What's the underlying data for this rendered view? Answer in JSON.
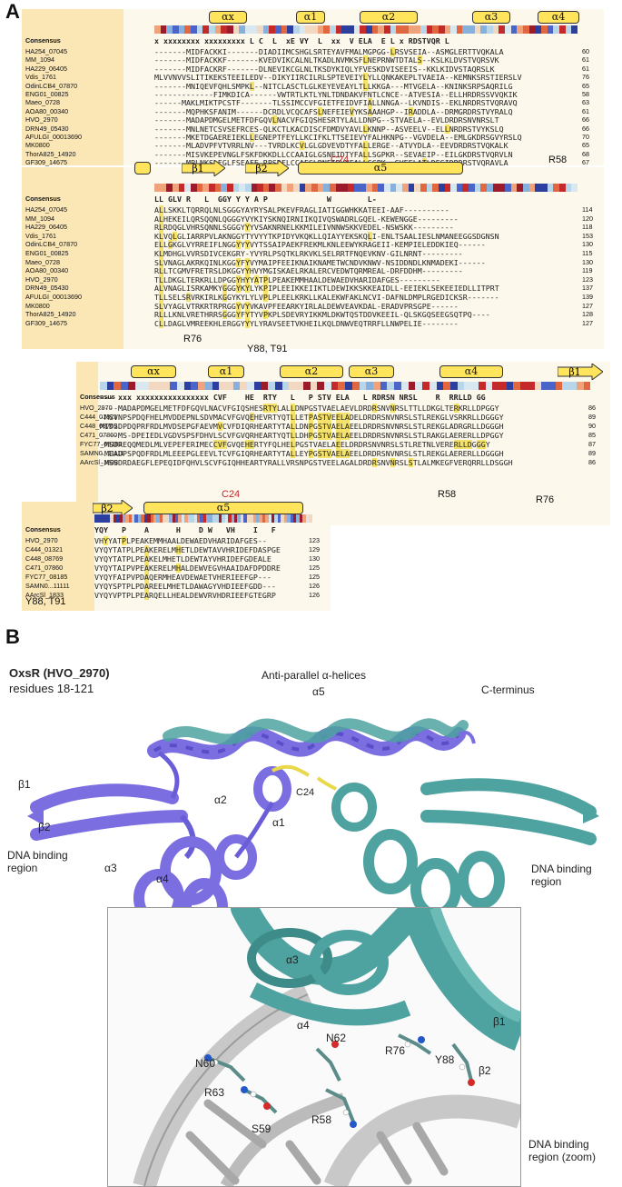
{
  "panel_a_label": "A",
  "panel_b_label": "B",
  "block1": {
    "ss": [
      {
        "type": "helix",
        "label": "αx"
      },
      {
        "type": "helix",
        "label": "α1"
      },
      {
        "type": "helix",
        "label": "α2"
      },
      {
        "type": "helix",
        "label": "α3"
      },
      {
        "type": "helix",
        "label": "α4"
      }
    ],
    "consensus_label": "Consensus",
    "consensus": "x xxxxxxxx xxxxxxxxx L C  L  xE VY  L  xx  V ELA  E L x RDSTVQR L",
    "rows": [
      {
        "name": "HA254_07045",
        "seq": "-------MIDFACKKI-------DIADIIMCSHGLSRTEYAVFMALMGPGG-LRSVSEIA--ASMGLERTTVQKALA",
        "end": "60"
      },
      {
        "name": "MM_1094",
        "seq": "-------MIDFACKKF-------KVEDVIKCALNLTKADLNVMKSFLNEPRNWTDTALS--KSLKLDVSTVQRSVK",
        "end": "61"
      },
      {
        "name": "HA229_06405",
        "seq": "-------MIDFACKRF-------DLNEVIKCGLNLTKSDYKIQLYFVESKDVISEEIS--KKLKIDVSTAQRSLK",
        "end": "61"
      },
      {
        "name": "Vdis_1761",
        "seq": "MLVVNVVSLITIKEKSTEEILEDV--DIKYIIRCILRLSPTEVEIYLYLLQNKAKEPLTVAEIA--KEMNKSRSTIERSLV",
        "end": "76"
      },
      {
        "name": "OdinLCB4_07870",
        "seq": "-------MNIQEVFQHLSMPKL--NITCLASCTLGLKEYEVEAYLTLLKKGA---MTVGELA--KNINKSRPSAQRILG",
        "end": "65"
      },
      {
        "name": "ENG01_00825",
        "seq": "-------------FIMKDICA------VWTRTLKTLYNLTDNDAKVFNTLCNCE--ATVESIA--ELLHRDRSSVVQKIK",
        "end": "58"
      },
      {
        "name": "Maeo_0728",
        "seq": "------MAKLMIKTPCSTF-------TLSSIMCCVFGIETFEIDVFIALLNNGA--LKVNDIS--EKLNRDRSTVQRAVQ",
        "end": "63"
      },
      {
        "name": "AOA80_00340",
        "seq": "-------MQPHKSFANIM------DCRDLVCQCAFSLNEFEIEVYKSAAAHGP--IRADDLA--DRMGRDRSTVYRALQ",
        "end": "61"
      },
      {
        "name": "HVO_2970",
        "seq": "-------MADAPDMGELMETFDFGQVLNACVFGIQSHESRTYLALLDNPG--STVAELA--EVLDRDRSNVNRSLT",
        "end": "66"
      },
      {
        "name": "DRN49_05430",
        "seq": "-------MNLNETCSVSEFRCES-QLKCTLKACDISCFDMDVYAVLLKNNP--ASVEELV--ELLNRDRSTVYKSLQ",
        "end": "66"
      },
      {
        "name": "AFULGI_00013690",
        "seq": "-------MKETDGAEREIEKLLEGNEPTFEYLLKCIFKLTTSEIEVYFALHKNPG--VGVDELA--EMLGKDRSGVYRSLQ",
        "end": "70"
      },
      {
        "name": "MK0800",
        "seq": "-------MLADVPFVTVRRLNV---TVRDLKCVLGLGDVEVDTYFALLERGE--ATVYDLA--EEVDRDRSTVQKALK",
        "end": "65"
      },
      {
        "name": "ThorA825_14920",
        "seq": "-------MISVKEPEVNGLFSKFDKKDLLCCAAIGLGSNEIDTYFALLSGPKR--SEVAEIP--EILGKDRSTVQRVLN",
        "end": "68"
      },
      {
        "name": "GF309_14675",
        "seq": "-------MPLNKSLEGLFSEAFE-RPSDFLCCAFGLRNEIDVYFALLSGPK--SVEELATLDESIDRDRSTVQRAVLA",
        "end": "67"
      }
    ],
    "annotations": {
      "c24": "C24",
      "r58": "R58"
    }
  },
  "block2": {
    "ss": [
      {
        "type": "helix",
        "label": ""
      },
      {
        "type": "strand",
        "label": "β1"
      },
      {
        "type": "strand",
        "label": "β2"
      },
      {
        "type": "helix",
        "label": "α5"
      }
    ],
    "consensus_label": "Consensus",
    "consensus": "LL GLV R   L  GGY Y Y A P             W        L-",
    "rows": [
      {
        "name": "HA254_07045",
        "seq": "ALLSKKLTQRRQLNLSGGGYAYRYSALPKEVFRAGLIATIGGWHKKATEEI-AAF----------",
        "end": "114"
      },
      {
        "name": "MM_1094",
        "seq": "ALHEKEILQRSQQNLQGGGYVYKIYSKNQIRNIIKQIVQSWADRLGQEL-KEWENGGE---------",
        "end": "120"
      },
      {
        "name": "HA229_06405",
        "seq": "RLRDQGLVHRSQNNLSGGGYYYVSAKNRNELKKMILEIVNNWSKKVEDEL-NSWSKK---------",
        "end": "118"
      },
      {
        "name": "Vdis_1761",
        "seq": "KLVQLGLIARRPVLAKNGGYTYVYYTKPIDYVKQKLLQIAYYEKSKQLI-ENLTSAALIESLNMANEEGGSDGNSN",
        "end": "153"
      },
      {
        "name": "OdinLCB4_07870",
        "seq": "ELLGKGLVYRREIFLNGGYYYVYTSSAIPAEKFREKMLKNLEEWYKRAGEII-KEMPIELEDDKIEQ------",
        "end": "130"
      },
      {
        "name": "ENG01_00825",
        "seq": "KLMDHGLVVRSDIVCEKGRY-YVYRLPSQTKLRKVKLSELRRTFNQEVKNV-GILNRNT---------",
        "end": "115"
      },
      {
        "name": "Maeo_0728",
        "seq": "SLVNAGLAKRKQINLKGGYFYVYMAIPFEEIKNAIKNAMETWCNDVKNWV-NSIDDNDLKNMADEKI------",
        "end": "130"
      },
      {
        "name": "AOA80_00340",
        "seq": "RLLTCGMVFRETRSLDKGGYYHVYMGISKAELRKALERCVEDWTQRMREAL-DRFDDHM---------",
        "end": "119"
      },
      {
        "name": "HVO_2970",
        "seq": "TLLDKGLTERKRLLDPGGYHYYATPLPEAKEMMHAALDEWAEDVHARIDAFGES---------",
        "end": "123"
      },
      {
        "name": "DRN49_05430",
        "seq": "ALVNAGLISRKAMKYGGGYKYLYKPIPLEEIKKEIIKTLDEWIKKSKKEAIDLL-EEIEKLSEKEEIEDLLITPRT",
        "end": "137"
      },
      {
        "name": "AFULGI_00013690",
        "seq": "TLLSELSRVRKIRLKGGYKYLYLVPLPLEELKRKLLKALEKWFAKLNCVI-DAFNLDMPLRGEDICKSR-------",
        "end": "139"
      },
      {
        "name": "MK0800",
        "seq": "SLVYAGLVTRKRTRPRGGYVYVKAVPFEEARKYIRLALDEWVEAVKDAL-ERADVPRSGPE------",
        "end": "127"
      },
      {
        "name": "ThorA825_14920",
        "seq": "RLLLKNLVRETHRRSGGGYFYTYVPKPLSDEVRYIKKMLDKWTQSTDDVKEEIL-QLSKGQSEEGSQTPQ----",
        "end": "128"
      },
      {
        "name": "GF309_14675",
        "seq": "CLLDAGLVMREEKHLERGGYYYLYRAVSEETVKHEILKQLDNWVEQTRRFLLNWPELIE--------",
        "end": "127"
      }
    ],
    "annotations": {
      "r76": "R76",
      "y88": "Y88, T91"
    }
  },
  "block3": {
    "ss": [
      {
        "type": "helix",
        "label": "αx"
      },
      {
        "type": "helix",
        "label": "α1"
      },
      {
        "type": "helix",
        "label": "α2"
      },
      {
        "type": "helix",
        "label": "α3"
      },
      {
        "type": "helix",
        "label": "α4"
      },
      {
        "type": "strand",
        "label": "β1"
      }
    ],
    "consensus_label": "Consensus",
    "consensus": "--- xxx xxxxxxxxxxxxxxxx CVF    HE  RTY   L   P STV ELA   L RDRSN NRSL    R  RRLLD GG",
    "rows": [
      {
        "name": "HVO_2970",
        "seq": "----MADAPDMGELMETFDFGQVLNACVFGIQSHESRTYLALLDNPGSTVAELAEVLDRDRSNVNRSLTTLLDKGLTERKRLLDPGGY",
        "end": "86"
      },
      {
        "name": "C444_01321",
        "seq": "-MSVNPSPDQFHELMVDDEPNLSDVMACVFGVQEHEVRTYQTLLETPASTVEELADELDRDRSNVNRSLSTLREKGLVSRKRLLDGGGY",
        "end": "89"
      },
      {
        "name": "C448_08769",
        "seq": "MIDSDPDQPRFRDLMVDSEPGFAEVMVCVFDIQRHEARTYTALLDNPGSTVAELAEELDRDRSNVNRSLSTLREKGLADRGRLLDGGGH",
        "end": "90"
      },
      {
        "name": "C471_07860",
        "seq": "----MS-DPEIEDLVGDVSPSFDHVLSCVFGVQRHEARTYQTLLDHPGSTVAELAEELDRDRSNVNRSLSTLRAKGLAERERLLDPGGY",
        "end": "85"
      },
      {
        "name": "FYC77_08185",
        "seq": "-MSDREQQMEDLMLVEPEFERIMECCVFGVQEHERTYFQLHELPGSTVAELAEELDRDRSNVNRSLSTLRETNLVERERLLDGGGY",
        "end": "87"
      },
      {
        "name": "SAMN0...11111",
        "seq": "-MEADPSPQDFRDLMLEEEPGLEEVLTCVFGIQRHEARTYTALLEYPGSTVAELAEELDRDRSNVNRSLSTLREKGLAERERLLDGGGH",
        "end": "89"
      },
      {
        "name": "AArcSl_1833",
        "seq": "-MSSDRDAEGFLEPEQIDFQHVLSCVFGIQHHEARTYRALLVRSNPGSTVEELAGALDRDRSNVNRSLSTLALMKEGFVERQRRLLDSGGH",
        "end": "86"
      }
    ],
    "annotations": {
      "c24": "C24",
      "r58": "R58",
      "r76": "R76"
    }
  },
  "block4": {
    "ss": [
      {
        "type": "strand",
        "label": "β2"
      },
      {
        "type": "helix",
        "label": "α5"
      }
    ],
    "consensus_label": "Consensus",
    "consensus": "YQY   P    A      H    D W   VH    I   F",
    "rows": [
      {
        "name": "HVO_2970",
        "seq": "VHYYATPLPEAKEMMHAALDEWAEDVHARIDAFGES--",
        "end": "123"
      },
      {
        "name": "C444_01321",
        "seq": "VYQYTATPLPEAKERELMHETLDEWTAVVHRIDEFDASPGE",
        "end": "129"
      },
      {
        "name": "C448_08769",
        "seq": "VYQYTATPLPEAKELMHETLDEWTAYVHRIDEFGDEALE",
        "end": "130"
      },
      {
        "name": "C471_07860",
        "seq": "VYQYTAIPVPEAKERELMHALDEWVEGVHAAIDAFDPDDRE",
        "end": "125"
      },
      {
        "name": "FYC77_08185",
        "seq": "VYQYFAIPVPDAQERMHEAVDEWAETVHERIEEFGP---",
        "end": "125"
      },
      {
        "name": "SAMN0...11111",
        "seq": "VYQYSPTPLPDAREELMHETLDAWAGYVHDIEEFGDD---",
        "end": "126"
      },
      {
        "name": "AArcSl_1833",
        "seq": "VYQYVPTPLPEARQELLHEALDEWVRVHDRIEEFGTEGRP",
        "end": "126"
      }
    ],
    "annotations": {
      "y88": "Y88, T91"
    }
  },
  "structure": {
    "title": "OxsR (HVO_2970)",
    "subtitle": "residues 18-121",
    "top_label": "Anti-parallel α-helices",
    "a5": "α5",
    "cterm": "C-terminus",
    "b1": "β1",
    "b2": "β2",
    "a1": "α1",
    "a2": "α2",
    "a3": "α3",
    "a4": "α4",
    "c24": "C24",
    "dna_left": "DNA binding region",
    "dna_right": "DNA binding region"
  },
  "zoom": {
    "a3": "α3",
    "a4": "α4",
    "b1": "β1",
    "b2": "β2",
    "n60": "N60",
    "n62": "N62",
    "r63": "R63",
    "r58": "R58",
    "s59": "S59",
    "r76": "R76",
    "y88": "Y88",
    "caption": "DNA binding region (zoom)"
  },
  "colors": {
    "helix": "#ffe45c",
    "panel_bg": "#fdf8ec",
    "name_bg": "#fbe7b5",
    "highlight": "#f5e26a",
    "red": "#c0272d",
    "chainA": "#7a6ee0",
    "chainB": "#4ea3a0"
  }
}
